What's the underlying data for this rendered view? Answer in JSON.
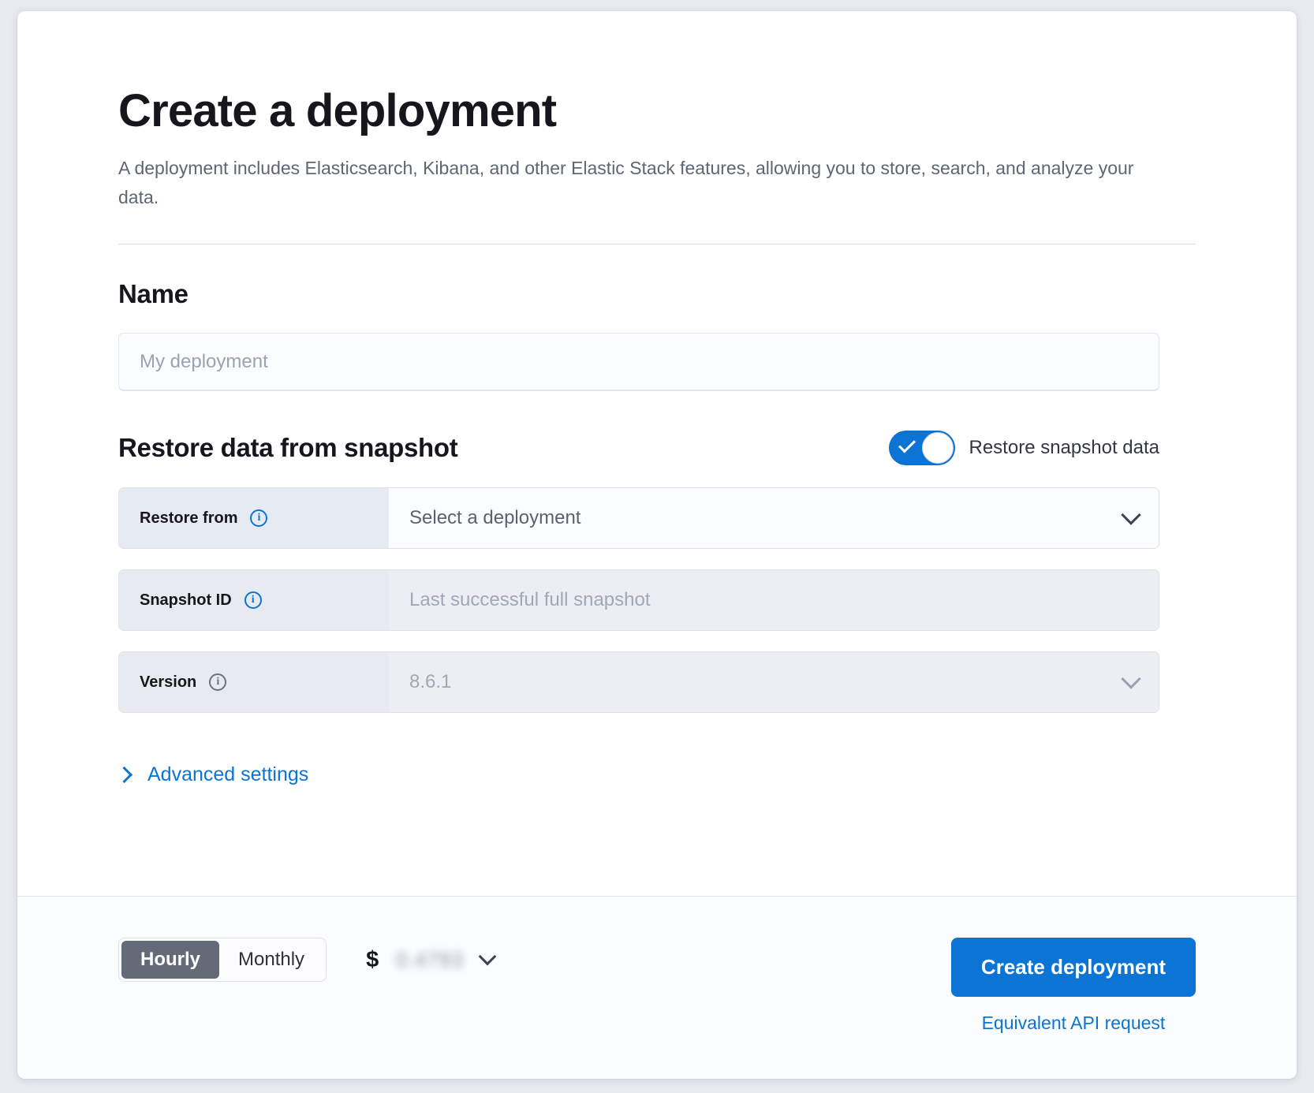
{
  "page": {
    "title": "Create a deployment",
    "subtitle": "A deployment includes Elasticsearch, Kibana, and other Elastic Stack features, allowing you to store, search, and analyze your data."
  },
  "name_section": {
    "heading": "Name",
    "placeholder": "My deployment",
    "value": ""
  },
  "snapshot_section": {
    "heading": "Restore data from snapshot",
    "toggle_label": "Restore snapshot data",
    "toggle_on": true,
    "rows": [
      {
        "label": "Restore from",
        "value": "Select a deployment",
        "info_icon": "info-icon",
        "chevron": "chevron-down-icon",
        "disabled": false
      },
      {
        "label": "Snapshot ID",
        "value": "Last successful full snapshot",
        "info_icon": "info-icon",
        "chevron": "",
        "disabled": true
      },
      {
        "label": "Version",
        "value": "8.6.1",
        "info_icon": "info-icon",
        "chevron": "chevron-down-icon",
        "disabled": true
      }
    ],
    "advanced_link": "Advanced settings",
    "advanced_chevron": "chevron-right-icon"
  },
  "footer": {
    "billing_options": [
      "Hourly",
      "Monthly"
    ],
    "billing_selected": "Hourly",
    "price_symbol": "$",
    "price_value": "0.4793",
    "price_chevron": "chevron-down-icon",
    "create_button": "Create deployment",
    "api_link": "Equivalent API request"
  },
  "colors": {
    "accent": "#0b74d4",
    "text": "#15171c",
    "muted": "#5d6673",
    "row_label_bg": "#e6eaf2",
    "segment_active": "#636b78"
  }
}
